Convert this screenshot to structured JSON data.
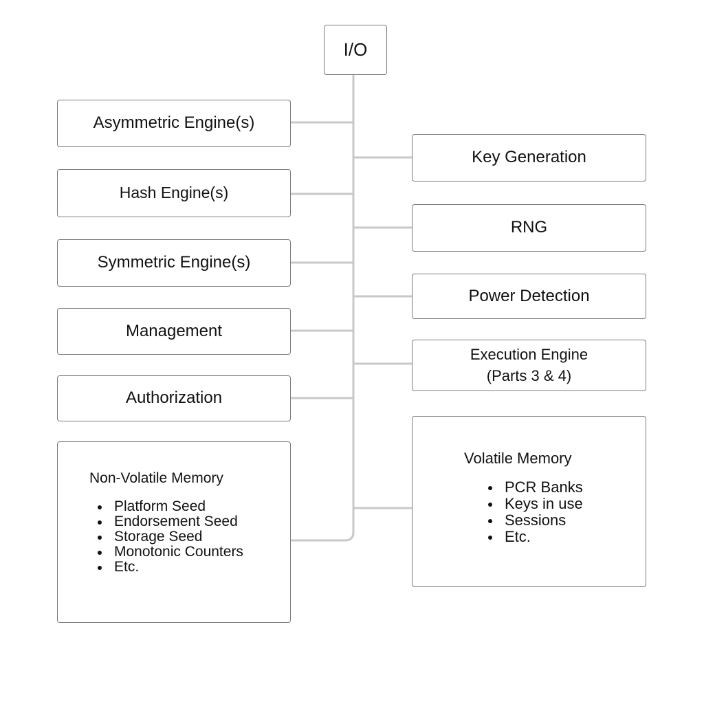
{
  "top": {
    "label": "I/O"
  },
  "left_boxes": [
    {
      "label": "Asymmetric Engine(s)"
    },
    {
      "label": "Hash Engine(s)"
    },
    {
      "label": "Symmetric Engine(s)"
    },
    {
      "label": "Management"
    },
    {
      "label": "Authorization"
    }
  ],
  "right_boxes": [
    {
      "label": "Key Generation"
    },
    {
      "label": "RNG"
    },
    {
      "label": "Power Detection"
    }
  ],
  "execution_engine": {
    "line1": "Execution Engine",
    "line2": "(Parts 3 & 4)"
  },
  "non_volatile_memory": {
    "title": "Non-Volatile Memory",
    "items": [
      "Platform Seed",
      "Endorsement Seed",
      "Storage Seed",
      "Monotonic Counters",
      "Etc."
    ]
  },
  "volatile_memory": {
    "title": "Volatile Memory",
    "items": [
      "PCR Banks",
      "Keys in use",
      "Sessions",
      "Etc."
    ]
  },
  "colors": {
    "connector": "#c8c8c8",
    "box_border": "#7a7a7a",
    "text": "#111111"
  }
}
